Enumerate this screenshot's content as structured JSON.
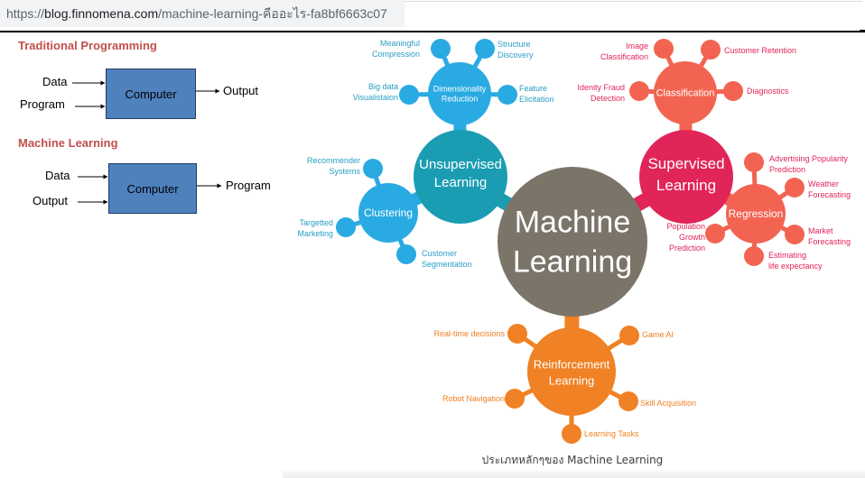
{
  "browser": {
    "url": {
      "scheme": "https://",
      "host": "blog.finnomena.com",
      "path": "/machine-learning-คืออะไร-fa8bf6663c07"
    }
  },
  "traditional_programming": {
    "title": "Traditional Programming",
    "inputs": [
      "Data",
      "Program"
    ],
    "processor": "Computer",
    "output": "Output"
  },
  "machine_learning_flow": {
    "title": "Machine Learning",
    "inputs": [
      "Data",
      "Output"
    ],
    "processor": "Computer",
    "output": "Program"
  },
  "mindmap": {
    "center": {
      "lines": [
        "Machine",
        "Learning"
      ],
      "color": "#7b7468"
    },
    "categories": [
      {
        "id": "unsupervised",
        "lines": [
          "Unsupervised",
          "Learning"
        ],
        "color": "#1a9db2",
        "label_color": "#2a9ec4",
        "subtopics": [
          {
            "id": "dimensionality-reduction",
            "lines": [
              "Dimensionality",
              "Reduction"
            ],
            "color": "#2aaae2",
            "applications": [
              {
                "lines": [
                  "Meaningful",
                  "Compression"
                ]
              },
              {
                "lines": [
                  "Structure",
                  "Discovery"
                ]
              },
              {
                "lines": [
                  "Big data",
                  "Visualistaion"
                ]
              },
              {
                "lines": [
                  "Feature",
                  "Elicitation"
                ]
              }
            ]
          },
          {
            "id": "clustering",
            "lines": [
              "Clustering"
            ],
            "color": "#2aaae2",
            "applications": [
              {
                "lines": [
                  "Recommender",
                  "Systems"
                ]
              },
              {
                "lines": [
                  "Targetted",
                  "Marketing"
                ]
              },
              {
                "lines": [
                  "Customer",
                  "Segmentation"
                ]
              }
            ]
          }
        ]
      },
      {
        "id": "supervised",
        "lines": [
          "Supervised",
          "Learning"
        ],
        "color": "#e12558",
        "label_color": "#e12558",
        "subtopics": [
          {
            "id": "classification",
            "lines": [
              "Classification"
            ],
            "color": "#f26451",
            "applications": [
              {
                "lines": [
                  "Image",
                  "Classification"
                ]
              },
              {
                "lines": [
                  "Customer Retention"
                ]
              },
              {
                "lines": [
                  "Idenity Fraud",
                  "Detection"
                ]
              },
              {
                "lines": [
                  "Diagnostics"
                ]
              }
            ]
          },
          {
            "id": "regression",
            "lines": [
              "Regression"
            ],
            "color": "#f26451",
            "applications": [
              {
                "lines": [
                  "Advertising Popularity",
                  "Prediction"
                ]
              },
              {
                "lines": [
                  "Weather",
                  "Forecasting"
                ]
              },
              {
                "lines": [
                  "Market",
                  "Forecasting"
                ]
              },
              {
                "lines": [
                  "Estimating",
                  "life expectancy"
                ]
              },
              {
                "lines": [
                  "Population",
                  "Growth",
                  "Prediction"
                ]
              }
            ]
          }
        ]
      },
      {
        "id": "reinforcement",
        "lines": [
          "Reinforcement",
          "Learning"
        ],
        "color": "#f08124",
        "label_color": "#f08124",
        "subtopics": [],
        "applications": [
          {
            "lines": [
              "Real-time decisions"
            ]
          },
          {
            "lines": [
              "Game AI"
            ]
          },
          {
            "lines": [
              "Robot Navigation"
            ]
          },
          {
            "lines": [
              "Skill Acquisition"
            ]
          },
          {
            "lines": [
              "Learning Tasks"
            ]
          }
        ]
      }
    ]
  },
  "caption": "ประเภทหลักๆของ Machine Learning"
}
